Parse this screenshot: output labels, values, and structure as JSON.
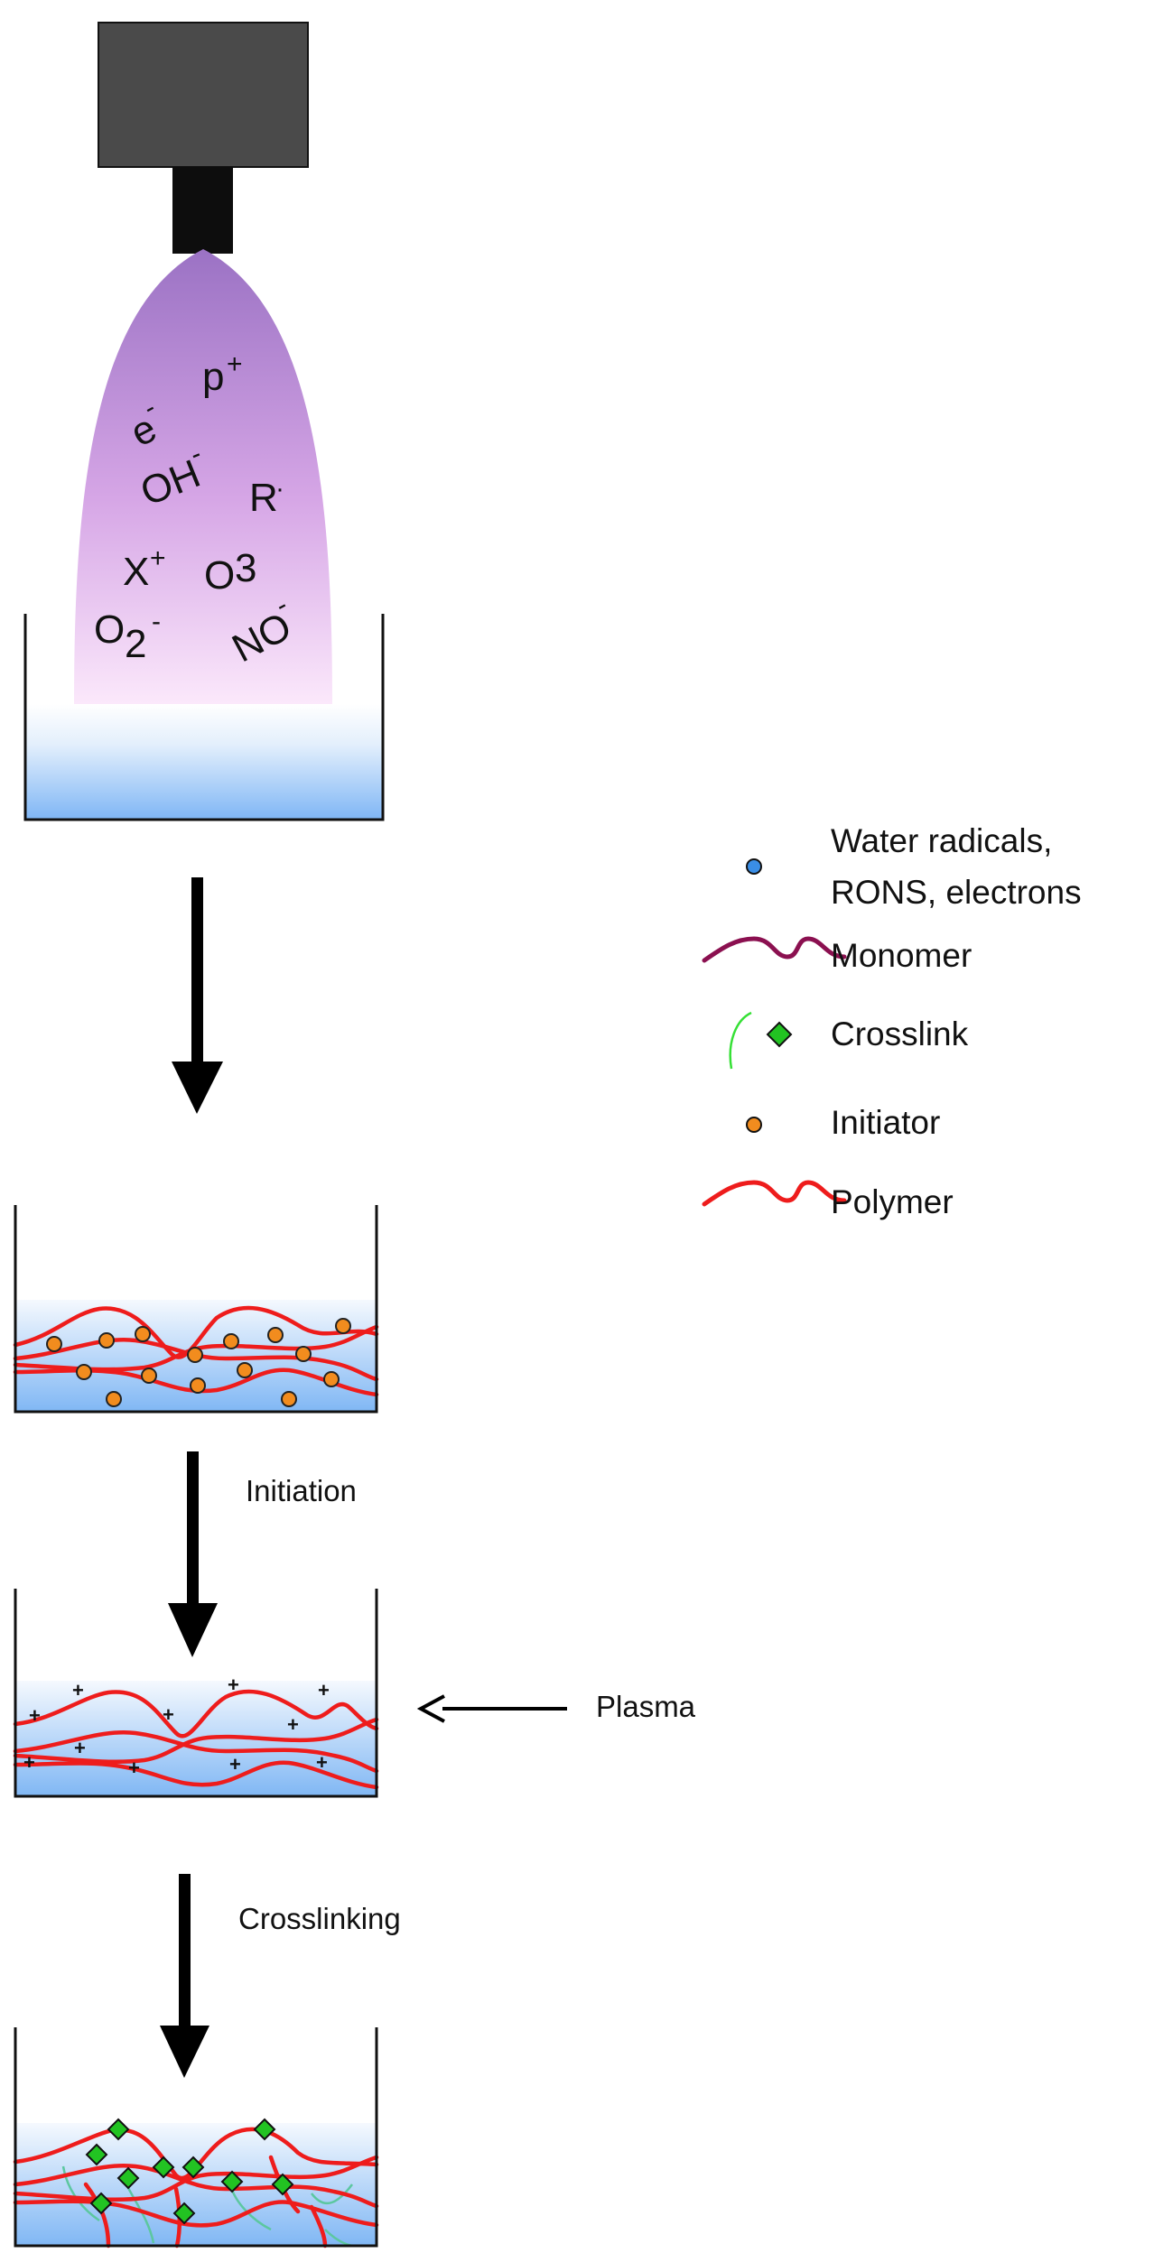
{
  "plasma_species": {
    "p": "p",
    "p_charge": "+",
    "e": "e",
    "e_charge": "-",
    "oh": "OH",
    "oh_charge": "-",
    "r": "R",
    "r_mark": "·",
    "x": "X",
    "x_charge": "+",
    "o3_o": "O",
    "o3_num": "3",
    "o2": "O",
    "o2_num": "2",
    "o2_charge": "-",
    "no": "NO",
    "no_charge": "-"
  },
  "legend": {
    "water_radicals_line1": "Water radicals,",
    "water_radicals_line2": "RONS, electrons",
    "monomer": "Monomer",
    "crosslink": "Crosslink",
    "initiator": "Initiator",
    "polymer": "Polymer"
  },
  "steps": {
    "initiation": "Initiation",
    "plasma": "Plasma",
    "crosslinking": "Crosslinking"
  },
  "radical_marker": "+",
  "colors": {
    "device": "#4a4a4a",
    "nozzle": "#0d0d0d",
    "plume_top": "#9b72c4",
    "plume_bottom": "#fbe8fb",
    "water_top": "#f2f8fe",
    "water_bottom": "#7fb6f5",
    "polymer": "#ee1c1c",
    "monomer": "#8b1050",
    "crosslink_line": "#35e035",
    "crosslink_node": "#22c322",
    "initiator": "#f28c1e",
    "water_radical": "#3a8ee6",
    "arrow": "#000000"
  }
}
